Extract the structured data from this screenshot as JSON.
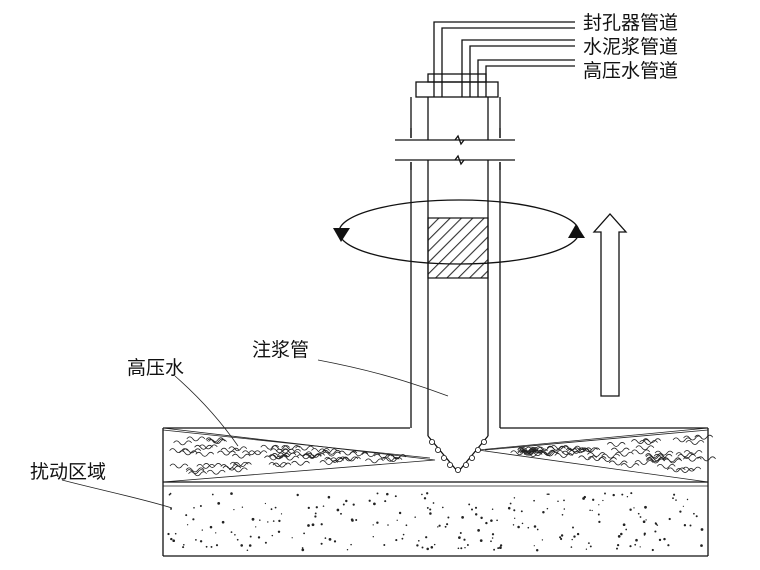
{
  "labels": {
    "sealer_pipe": "封孔器管道",
    "cement_pipe": "水泥浆管道",
    "water_pipe": "高压水管道",
    "grout_pipe": "注浆管",
    "high_pressure_water": "高压水",
    "disturbed_zone": "扰动区域"
  },
  "icons": {
    "rotation": "rotation-arrow-icon",
    "lift": "up-arrow-icon"
  }
}
